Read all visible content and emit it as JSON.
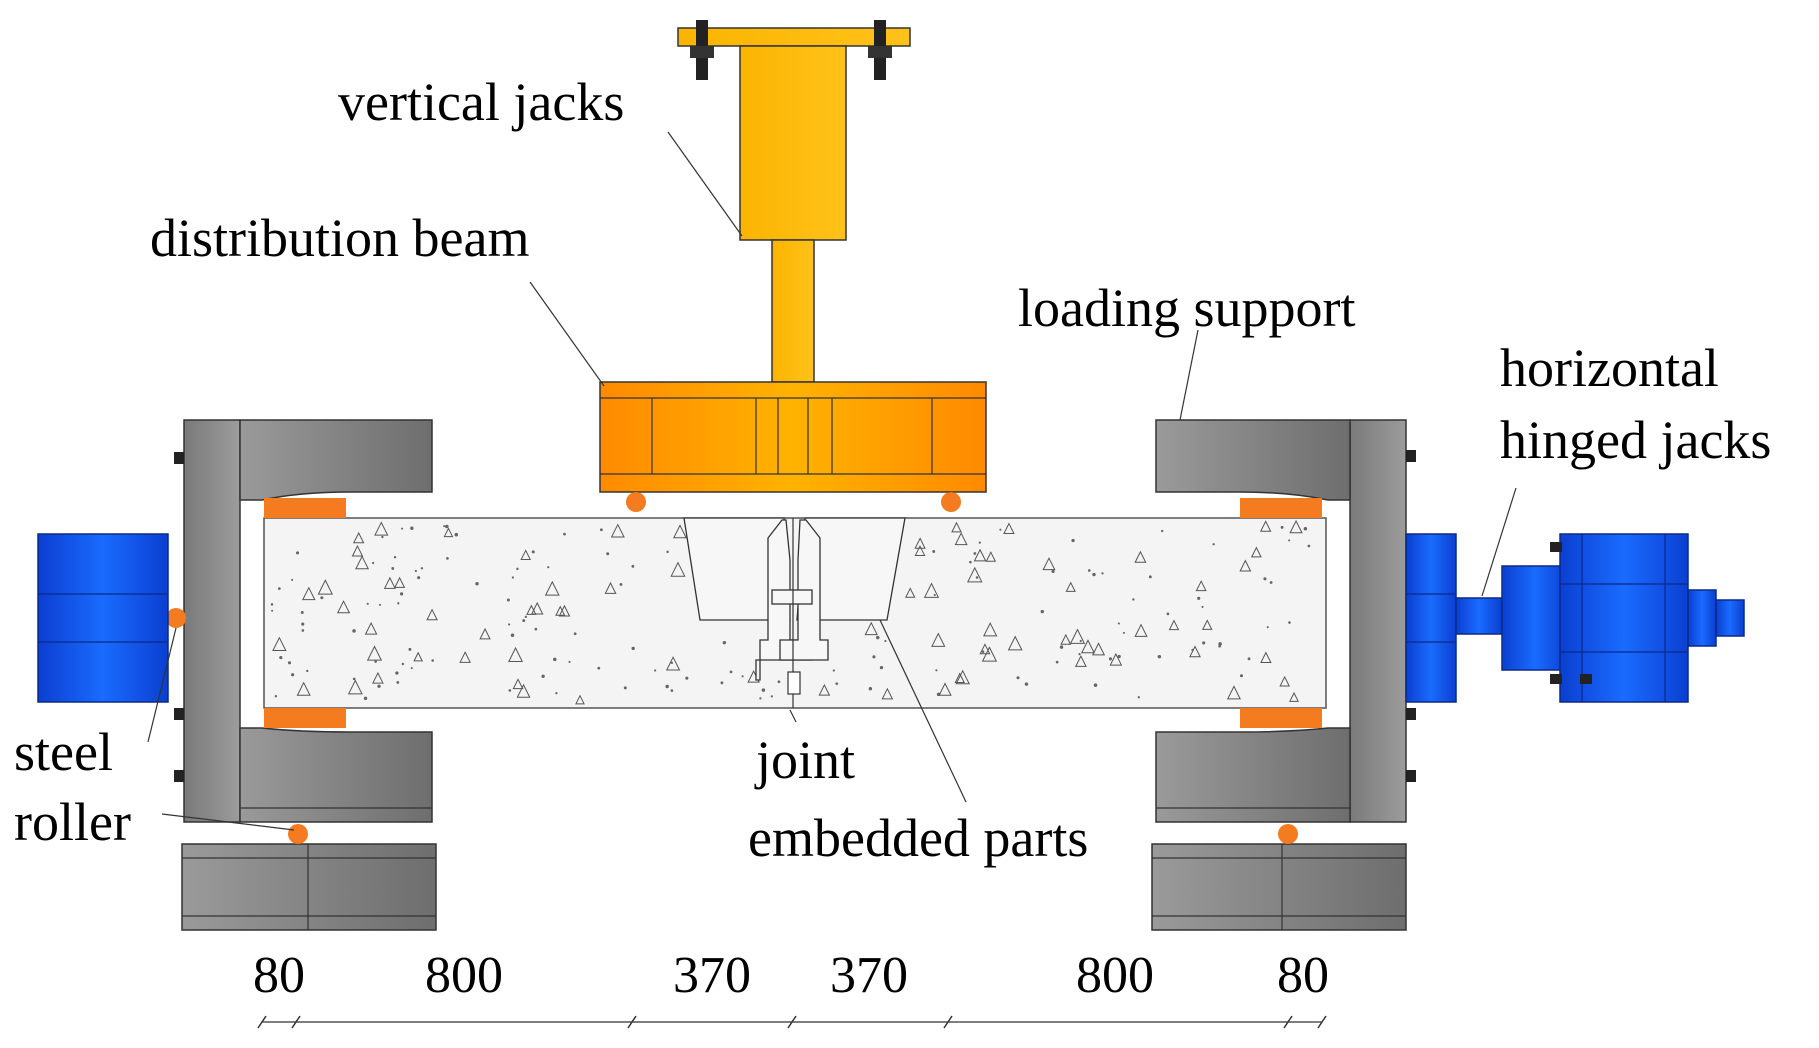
{
  "labels": {
    "vertical_jacks": "vertical jacks",
    "distribution_beam": "distribution beam",
    "loading_support": "loading support",
    "horizontal_hinged_jacks_line1": "horizontal",
    "horizontal_hinged_jacks_line2": "hinged jacks",
    "steel_roller_line1": "steel",
    "steel_roller_line2": "roller",
    "joint": "joint",
    "embedded_parts": "embedded parts"
  },
  "dimensions": [
    "80",
    "800",
    "370",
    "370",
    "800",
    "80"
  ],
  "colors": {
    "jack_yellow": "#fdb913",
    "beam_orange": "#f7941d",
    "roller_orange": "#f47b20",
    "jack_blue": "#0e4ce0",
    "steel_gray": "#8a8a8a",
    "concrete": "#f4f4f4"
  }
}
